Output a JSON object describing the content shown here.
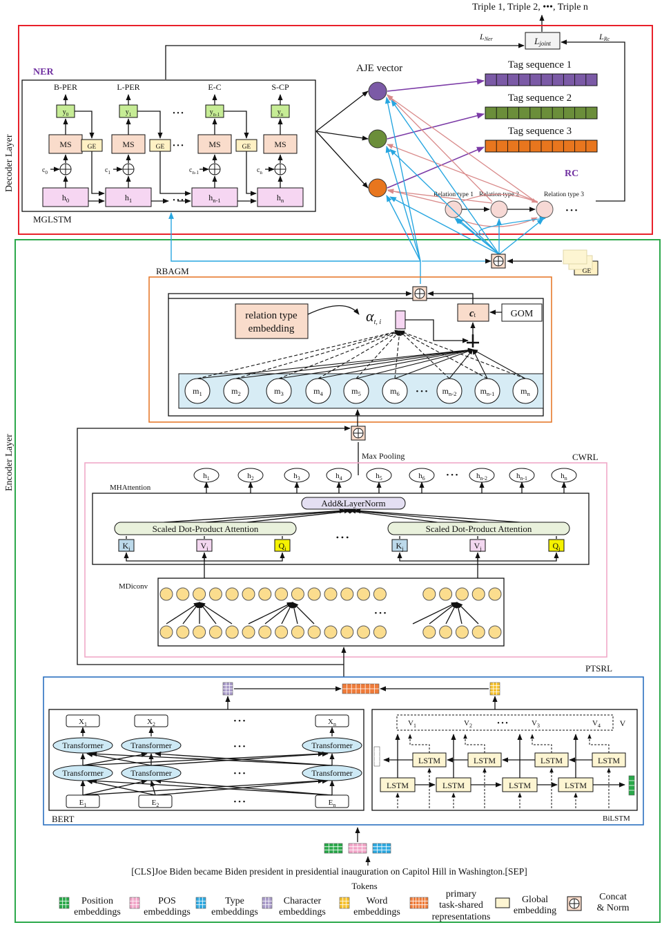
{
  "title_output": "Triple 1,  Triple 2, •••, Triple n",
  "decoder": {
    "section_label": "Decoder Layer",
    "ner_label": "NER",
    "rc_label": "RC",
    "mglstm_label": "MGLSTM",
    "loss_ner": "L",
    "loss_ner_sub": "Ner",
    "loss_rc": "L",
    "loss_rc_sub": "Rc",
    "loss_joint": "L",
    "loss_joint_sub": "joint",
    "aje_label": "AJE vector",
    "tag_sequences": [
      "Tag sequence 1",
      "Tag sequence 2",
      "Tag sequence 3"
    ],
    "relation_types": [
      "Relation type 1",
      "Relation type 2",
      "Relation type 3"
    ],
    "ellipsis": "• • •",
    "tag_outputs": [
      "B-PER",
      "L-PER",
      "E-C",
      "S-CP"
    ],
    "y_labels": [
      "y0",
      "y1",
      "yn-1",
      "yn"
    ],
    "ms_label": "MS",
    "ge_label": "GE",
    "c_labels": [
      "c0",
      "c1",
      "cn-1",
      "cn"
    ],
    "h_labels": [
      "h0",
      "h1",
      "hn-1",
      "hn"
    ]
  },
  "encoder": {
    "section_label": "Encoder Layer",
    "rbagm_label": "RBAGM",
    "relation_embedding_line1": "relation type",
    "relation_embedding_line2": "embedding",
    "alpha_label": "α",
    "alpha_sub": "t, i",
    "ct_label": "c",
    "ct_sub": "t",
    "gom_label": "GOM",
    "m_labels": [
      "m1",
      "m2",
      "m3",
      "m4",
      "m5",
      "m6",
      "mn-2",
      "mn-1",
      "mn"
    ],
    "max_pooling": "Max Pooling",
    "cwrl_label": "CWRL",
    "mhattention_label": "MHAttention",
    "h_out_labels": [
      "h1",
      "h2",
      "h3",
      "h4",
      "h5",
      "h6",
      "hn-2",
      "hn-1",
      "hn"
    ],
    "add_norm": "Add&LayerNorm",
    "sdpa": "Scaled Dot-Product Attention",
    "kvq_left": [
      "Ki",
      "Vi",
      "Qi"
    ],
    "kvq_right": [
      "Kj",
      "Vj",
      "Qj"
    ],
    "mdiconv_label": "MDiconv",
    "ptsrl_label": "PTSRL",
    "bert_label": "BERT",
    "bilstm_label": "BiLSTM",
    "x_labels": [
      "X1",
      "X2",
      "Xn"
    ],
    "transformer": "Transformer",
    "e_labels": [
      "E1",
      "E2",
      "En"
    ],
    "v_labels": [
      "V1",
      "V2",
      "V3",
      "V4"
    ],
    "v_label": "V",
    "lstm": "LSTM",
    "ge_label": "GE"
  },
  "input_sentence": "[CLS]Joe Biden became Biden president in presidential inauguration on Capitol Hill in Washington.[SEP]",
  "tokens_label": "Tokens",
  "legend": [
    {
      "l1": "Position",
      "l2": "embeddings",
      "color": "#2aa84a"
    },
    {
      "l1": "POS",
      "l2": "embeddings",
      "color": "#f2a6c8"
    },
    {
      "l1": "Type",
      "l2": "embeddings",
      "color": "#2fa9e0"
    },
    {
      "l1": "Character",
      "l2": "embeddings",
      "color": "#a99bc9"
    },
    {
      "l1": "Word",
      "l2": "embeddings",
      "color": "#f5c12e"
    },
    {
      "l1": "primary",
      "l2": "task-shared",
      "l3": "representations",
      "color": "#ee7b3a"
    },
    {
      "l1": "Global",
      "l2": "embedding",
      "color": "#fdf5d2"
    },
    {
      "l1": "Concat",
      "l2": "& Norm",
      "color": "#ffffff"
    }
  ],
  "colors": {
    "decoder_border": "#e8202a",
    "encoder_border": "#2aa84a",
    "rbagm_border": "#e67a2c",
    "cwrl_border": "#f0a8c8",
    "ptsrl_border": "#2a6fc0",
    "purple": "#7b5aa6",
    "green": "#6b8e3a",
    "orange": "#e8761e",
    "blue_arrow": "#27a6e0",
    "pink_arrow": "#d98a8a",
    "h_fill": "#f6d6f2",
    "ms_fill": "#f9dccb",
    "y_fill": "#c6ec95",
    "ge_fill": "#fff1c4",
    "rel_fill": "#f7d9d5",
    "m_fill": "#d7ecf5",
    "node_fill": "#fbdd8e",
    "k_fill": "#bcd9ea",
    "v_fill": "#f3d7f0",
    "q_fill": "#f5f200"
  }
}
